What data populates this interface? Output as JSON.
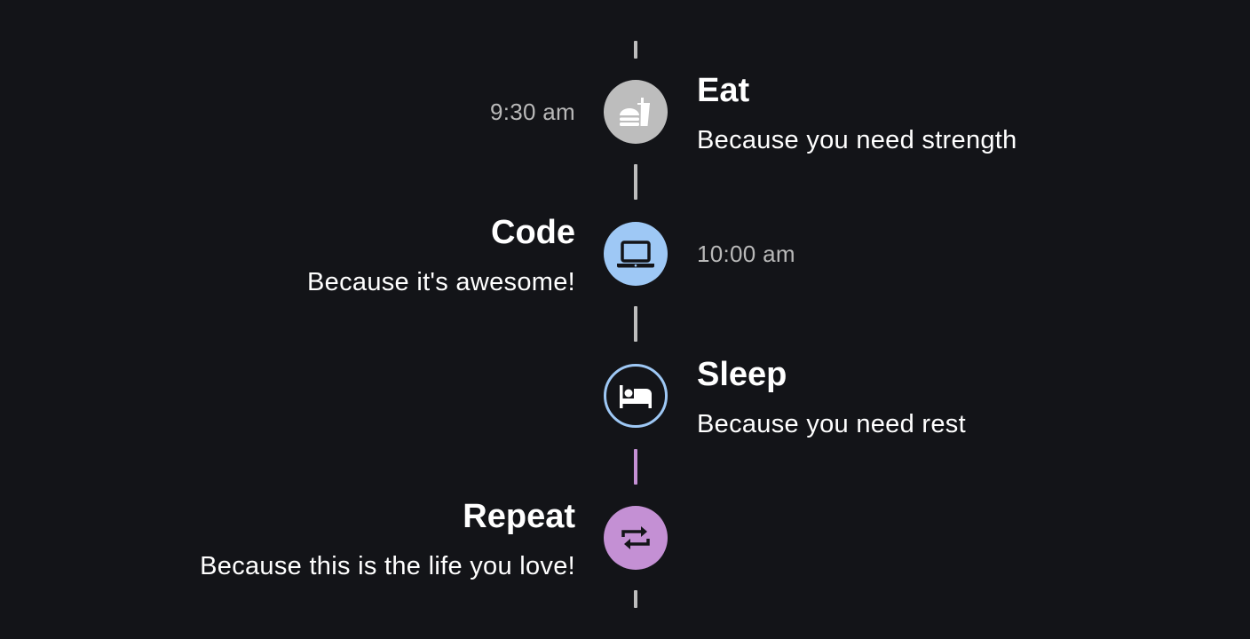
{
  "colors": {
    "background": "#131418",
    "connector_grey": "#bdbdbd",
    "connector_purple": "#c490d4",
    "dot_grey": "#bdbdbd",
    "dot_blue": "#9ec8f5",
    "dot_purple": "#c490d4",
    "time_text": "#b9b9b9"
  },
  "events": [
    {
      "title": "Eat",
      "subtitle": "Because you need strength",
      "time": "9:30 am",
      "icon": "fastfood-icon"
    },
    {
      "title": "Code",
      "subtitle": "Because it's awesome!",
      "time": "10:00 am",
      "icon": "laptop-icon"
    },
    {
      "title": "Sleep",
      "subtitle": "Because you need rest",
      "time": "",
      "icon": "hotel-bed-icon"
    },
    {
      "title": "Repeat",
      "subtitle": "Because this is the life you love!",
      "time": "",
      "icon": "repeat-icon"
    }
  ]
}
